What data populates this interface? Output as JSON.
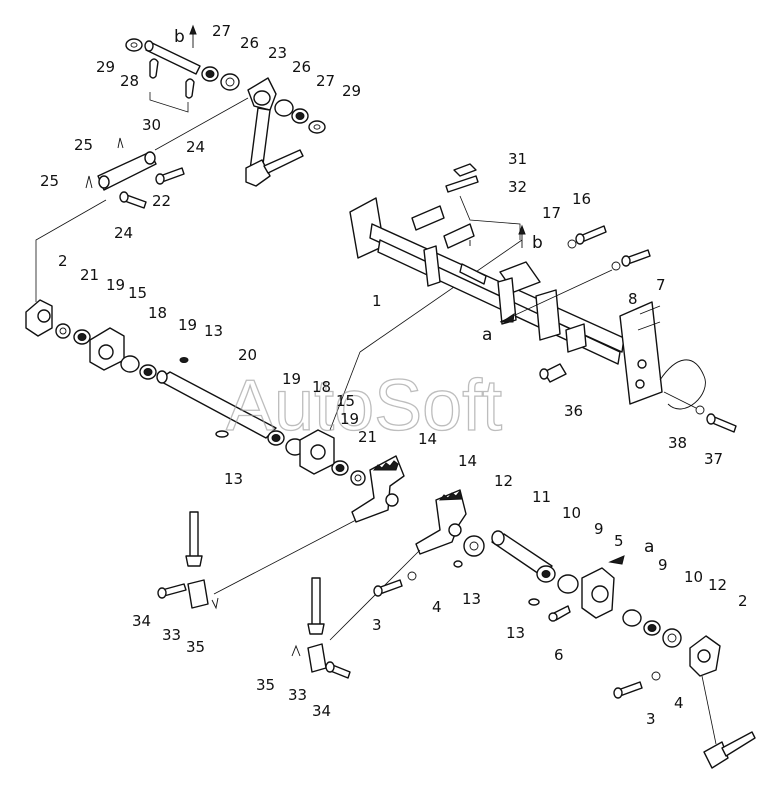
{
  "watermark": "AutoSoft",
  "callouts": [
    {
      "id": "c1",
      "text": "1"
    },
    {
      "id": "c2a",
      "text": "2"
    },
    {
      "id": "c2b",
      "text": "2"
    },
    {
      "id": "c3a",
      "text": "3"
    },
    {
      "id": "c3b",
      "text": "3"
    },
    {
      "id": "c4a",
      "text": "4"
    },
    {
      "id": "c4b",
      "text": "4"
    },
    {
      "id": "c5",
      "text": "5"
    },
    {
      "id": "c6",
      "text": "6"
    },
    {
      "id": "c7",
      "text": "7"
    },
    {
      "id": "c8",
      "text": "8"
    },
    {
      "id": "c9a",
      "text": "9"
    },
    {
      "id": "c9b",
      "text": "9"
    },
    {
      "id": "c10a",
      "text": "10"
    },
    {
      "id": "c10b",
      "text": "10"
    },
    {
      "id": "c11",
      "text": "11"
    },
    {
      "id": "c12a",
      "text": "12"
    },
    {
      "id": "c12b",
      "text": "12"
    },
    {
      "id": "c13a",
      "text": "13"
    },
    {
      "id": "c13b",
      "text": "13"
    },
    {
      "id": "c13c",
      "text": "13"
    },
    {
      "id": "c13d",
      "text": "13"
    },
    {
      "id": "c14a",
      "text": "14"
    },
    {
      "id": "c14b",
      "text": "14"
    },
    {
      "id": "c15a",
      "text": "15"
    },
    {
      "id": "c15b",
      "text": "15"
    },
    {
      "id": "c16",
      "text": "16"
    },
    {
      "id": "c17",
      "text": "17"
    },
    {
      "id": "c18a",
      "text": "18"
    },
    {
      "id": "c18b",
      "text": "18"
    },
    {
      "id": "c19a",
      "text": "19"
    },
    {
      "id": "c19b",
      "text": "19"
    },
    {
      "id": "c19c",
      "text": "19"
    },
    {
      "id": "c19d",
      "text": "19"
    },
    {
      "id": "c20",
      "text": "20"
    },
    {
      "id": "c21a",
      "text": "21"
    },
    {
      "id": "c21b",
      "text": "21"
    },
    {
      "id": "c22",
      "text": "22"
    },
    {
      "id": "c23",
      "text": "23"
    },
    {
      "id": "c24a",
      "text": "24"
    },
    {
      "id": "c24b",
      "text": "24"
    },
    {
      "id": "c25a",
      "text": "25"
    },
    {
      "id": "c25b",
      "text": "25"
    },
    {
      "id": "c26a",
      "text": "26"
    },
    {
      "id": "c26b",
      "text": "26"
    },
    {
      "id": "c27a",
      "text": "27"
    },
    {
      "id": "c27b",
      "text": "27"
    },
    {
      "id": "c28",
      "text": "28"
    },
    {
      "id": "c29a",
      "text": "29"
    },
    {
      "id": "c29b",
      "text": "29"
    },
    {
      "id": "c30",
      "text": "30"
    },
    {
      "id": "c31",
      "text": "31"
    },
    {
      "id": "c32",
      "text": "32"
    },
    {
      "id": "c33a",
      "text": "33"
    },
    {
      "id": "c33b",
      "text": "33"
    },
    {
      "id": "c34a",
      "text": "34"
    },
    {
      "id": "c34b",
      "text": "34"
    },
    {
      "id": "c35a",
      "text": "35"
    },
    {
      "id": "c35b",
      "text": "35"
    },
    {
      "id": "c36",
      "text": "36"
    },
    {
      "id": "c37",
      "text": "37"
    },
    {
      "id": "c38",
      "text": "38"
    }
  ],
  "view_markers": [
    {
      "id": "b-top",
      "text": "b"
    },
    {
      "id": "b-frame",
      "text": "b"
    },
    {
      "id": "a-frame",
      "text": "a"
    },
    {
      "id": "a-bracket",
      "text": "a"
    }
  ]
}
